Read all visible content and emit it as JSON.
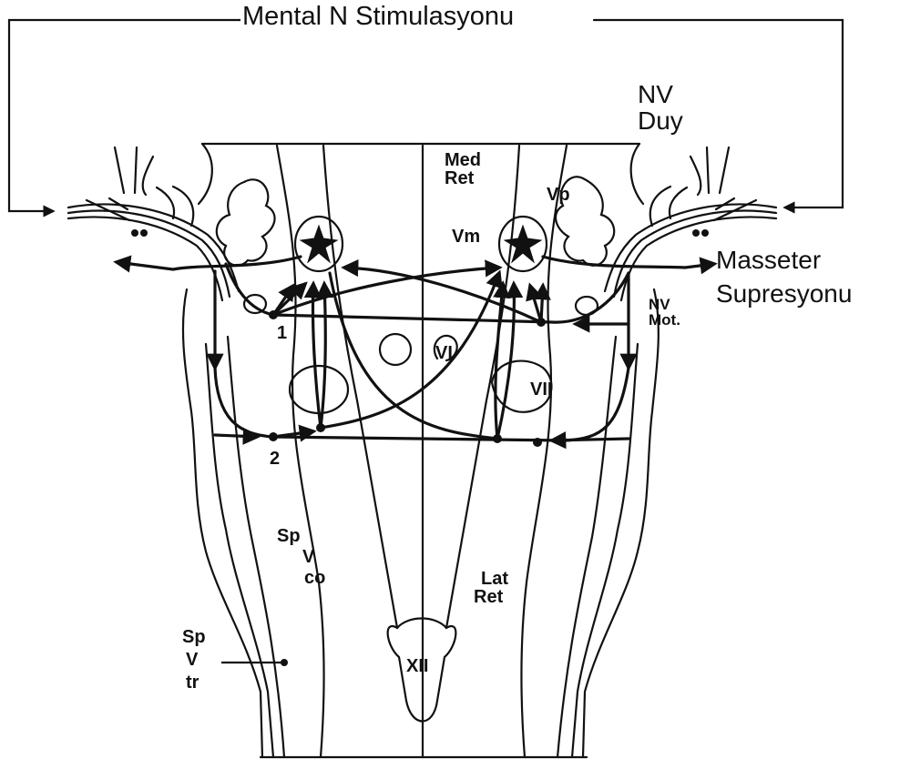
{
  "labels": {
    "mental_n_stimulasyonu": "Mental N Stimulasyonu",
    "nv": "NV",
    "duy": "Duy",
    "med": "Med",
    "ret": "Ret",
    "vp": "Vp",
    "vm": "Vm",
    "masseter": "Masseter",
    "supresyonu": "Supresyonu",
    "nv_mot_nv": "NV",
    "nv_mot_mot": "Mot.",
    "one": "1",
    "two": "2",
    "vi": "VI",
    "vii": "VII",
    "sp_v_co_sp": "Sp",
    "sp_v_co_v": "V",
    "sp_v_co_co": "co",
    "lat": "Lat",
    "lat_ret": "Ret",
    "xii": "XII",
    "sp_v_tr_sp": "Sp",
    "sp_v_tr_v": "V",
    "sp_v_tr_tr": "tr"
  },
  "colors": {
    "ink": "#111111",
    "background": "#ffffff"
  }
}
